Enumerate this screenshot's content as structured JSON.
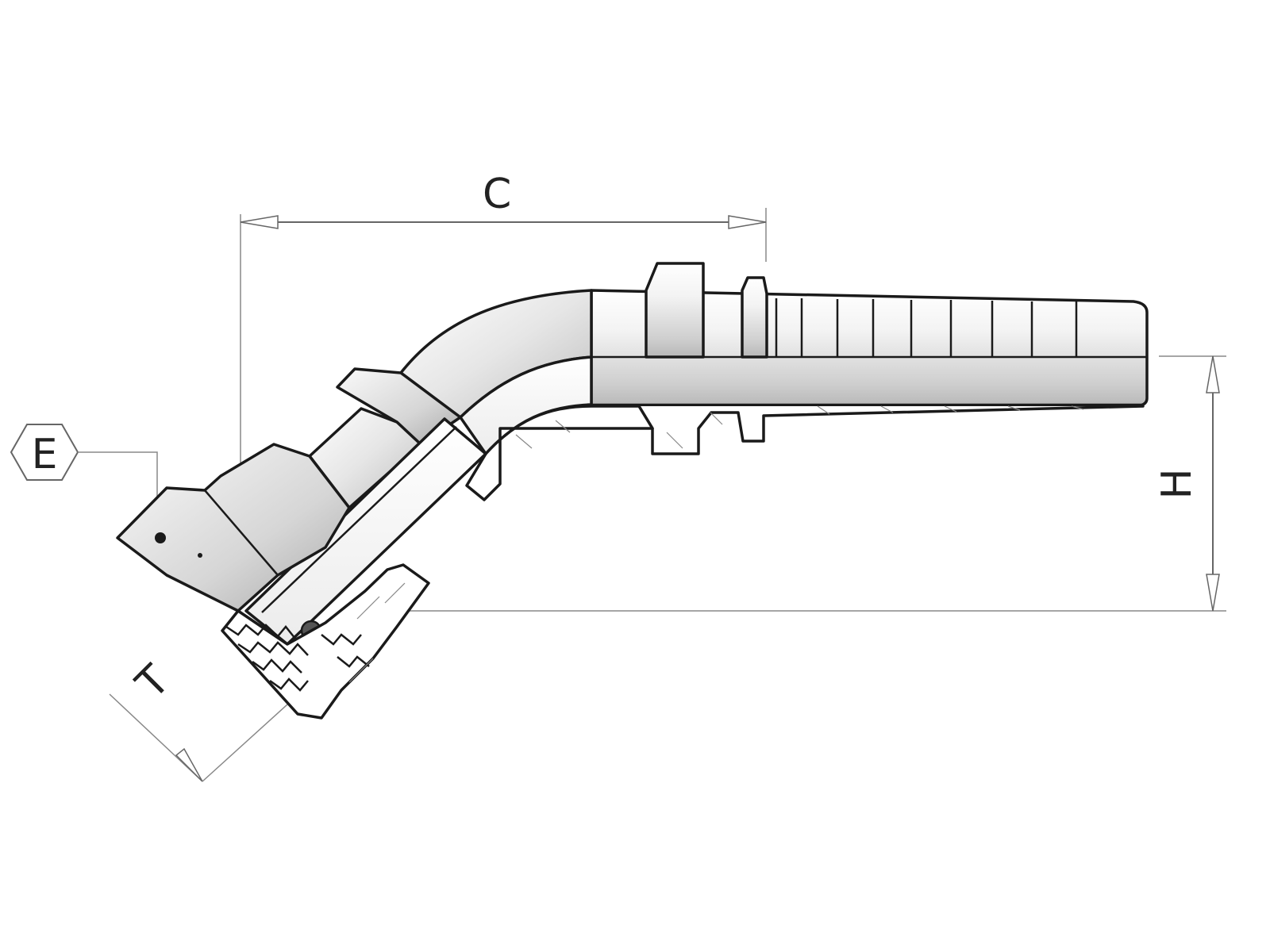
{
  "dimensions": {
    "c_label": "C",
    "h_label": "H",
    "t_label": "T",
    "e_label": "E"
  },
  "colors": {
    "line": "#1a1a1a",
    "dimension_line": "#666666",
    "body_light": "#f2f2f2",
    "body_mid": "#d9d9d9",
    "body_dark": "#b3b3b3"
  },
  "icons": {
    "hex_marker": "hexagon-icon"
  }
}
